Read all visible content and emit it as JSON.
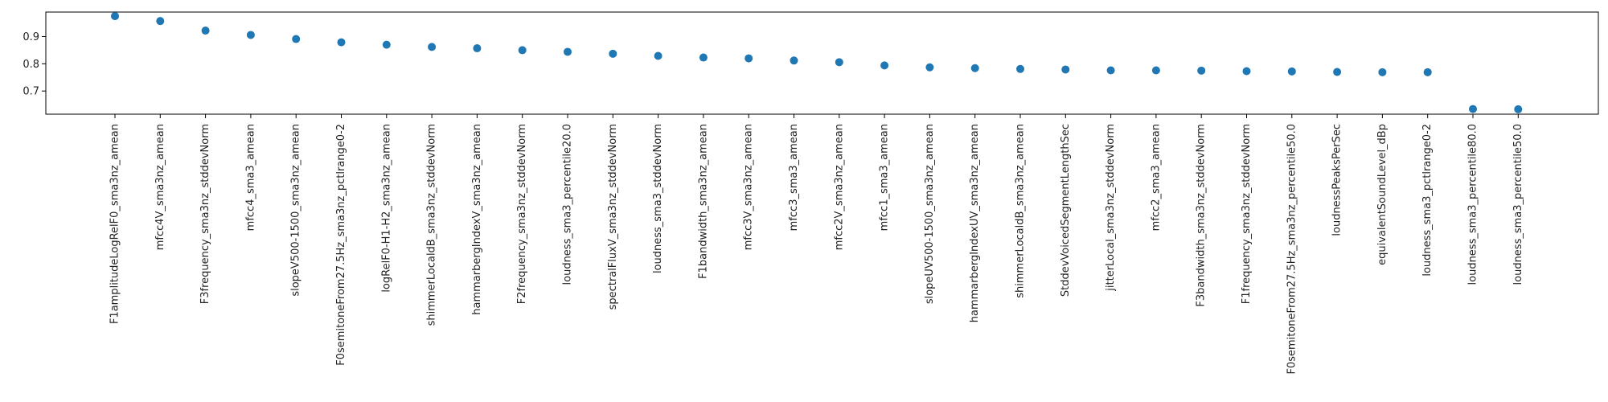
{
  "chart_data": {
    "type": "scatter",
    "title": "",
    "xlabel": "",
    "ylabel": "",
    "grid": false,
    "ylim": [
      0.615,
      0.99
    ],
    "yticks": [
      0.7,
      0.8,
      0.9
    ],
    "ytick_labels": [
      "0.7",
      "0.8",
      "0.9"
    ],
    "marker_color": "#1f77b4",
    "categories": [
      "F1amplitudeLogRelF0_sma3nz_amean",
      "mfcc4V_sma3nz_amean",
      "F3frequency_sma3nz_stddevNorm",
      "mfcc4_sma3_amean",
      "slopeV500-1500_sma3nz_amean",
      "F0semitoneFrom27.5Hz_sma3nz_pctlrange0-2",
      "logRelF0-H1-H2_sma3nz_amean",
      "shimmerLocaldB_sma3nz_stddevNorm",
      "hammarbergIndexV_sma3nz_amean",
      "F2frequency_sma3nz_stddevNorm",
      "loudness_sma3_percentile20.0",
      "spectralFluxV_sma3nz_stddevNorm",
      "loudness_sma3_stddevNorm",
      "F1bandwidth_sma3nz_amean",
      "mfcc3V_sma3nz_amean",
      "mfcc3_sma3_amean",
      "mfcc2V_sma3nz_amean",
      "mfcc1_sma3_amean",
      "slopeUV500-1500_sma3nz_amean",
      "hammarbergIndexUV_sma3nz_amean",
      "shimmerLocaldB_sma3nz_amean",
      "StddevVoicedSegmentLengthSec",
      "jitterLocal_sma3nz_stddevNorm",
      "mfcc2_sma3_amean",
      "F3bandwidth_sma3nz_stddevNorm",
      "F1frequency_sma3nz_stddevNorm",
      "F0semitoneFrom27.5Hz_sma3nz_percentile50.0",
      "loudnessPeaksPerSec",
      "equivalentSoundLevel_dBp",
      "loudness_sma3_pctlrange0-2",
      "loudness_sma3_percentile80.0",
      "loudness_sma3_percentile50.0"
    ],
    "values": [
      0.975,
      0.957,
      0.922,
      0.906,
      0.891,
      0.879,
      0.87,
      0.862,
      0.857,
      0.85,
      0.844,
      0.837,
      0.829,
      0.823,
      0.82,
      0.812,
      0.806,
      0.794,
      0.787,
      0.784,
      0.781,
      0.779,
      0.776,
      0.776,
      0.775,
      0.773,
      0.772,
      0.77,
      0.769,
      0.769,
      0.634,
      0.633
    ]
  }
}
